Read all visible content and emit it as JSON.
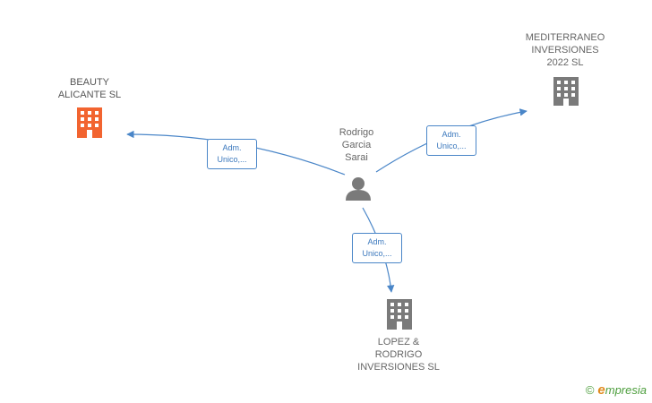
{
  "colors": {
    "accent": "#f26430",
    "node": "#7a7a7a",
    "edge": "#4a86c8"
  },
  "person": {
    "name": "Rodrigo\nGarcia\nSarai",
    "icon": "person-icon"
  },
  "companies": [
    {
      "id": "beauty",
      "name": "BEAUTY\nALICANTE  SL",
      "icon": "building-icon",
      "highlight": true
    },
    {
      "id": "mediterraneo",
      "name": "MEDITERRANEO\nINVERSIONES\n2022  SL",
      "icon": "building-icon",
      "highlight": false
    },
    {
      "id": "lopez",
      "name": "LOPEZ &\nRODRIGO\nINVERSIONES SL",
      "icon": "building-icon",
      "highlight": false
    }
  ],
  "edges": [
    {
      "to": "beauty",
      "label": "Adm.\nUnico,..."
    },
    {
      "to": "mediterraneo",
      "label": "Adm.\nUnico,..."
    },
    {
      "to": "lopez",
      "label": "Adm.\nUnico,..."
    }
  ],
  "footer": {
    "copyright": "©",
    "brand_initial": "e",
    "brand_rest": "mpresia"
  }
}
